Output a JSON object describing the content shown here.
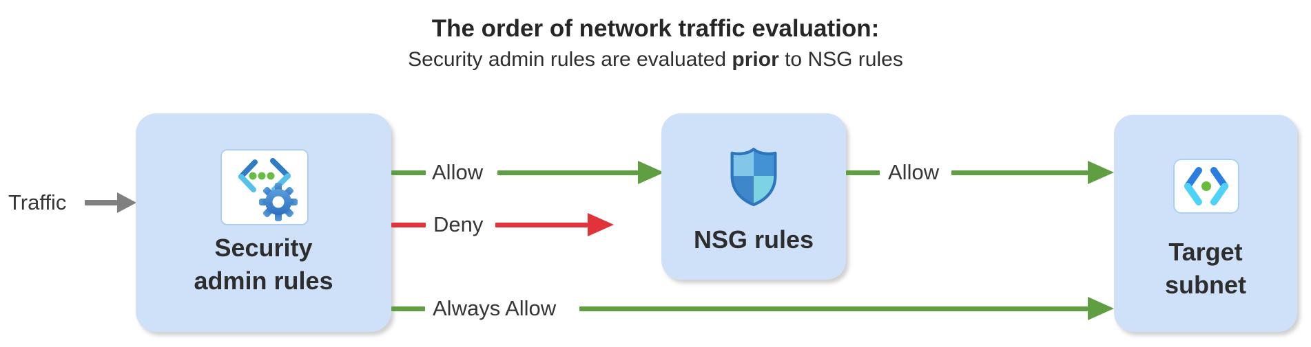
{
  "header": {
    "title": "The order of network traffic evaluation:",
    "subtitle_prefix": "Security admin rules are evaluated ",
    "subtitle_bold": "prior",
    "subtitle_suffix": " to NSG rules"
  },
  "traffic": {
    "label": "Traffic",
    "arrow_color": "#808080"
  },
  "nodes": {
    "security_admin": {
      "line1": "Security",
      "line2": "admin rules",
      "icon": "code-brackets-gear-icon"
    },
    "nsg": {
      "label": "NSG rules",
      "icon": "shield-icon"
    },
    "target": {
      "line1": "Target",
      "line2": "subnet",
      "icon": "code-brackets-dot-icon"
    }
  },
  "edges": {
    "allow_to_nsg": {
      "label": "Allow",
      "color": "#5f9e42"
    },
    "deny": {
      "label": "Deny",
      "color": "#e2333a"
    },
    "allow_to_target": {
      "label": "Allow",
      "color": "#5f9e42"
    },
    "always_allow": {
      "label": "Always Allow",
      "color": "#5f9e42"
    }
  },
  "colors": {
    "node_fill": "#cfe1f8",
    "green": "#5f9e42",
    "red": "#e2333a",
    "gray": "#808080"
  }
}
